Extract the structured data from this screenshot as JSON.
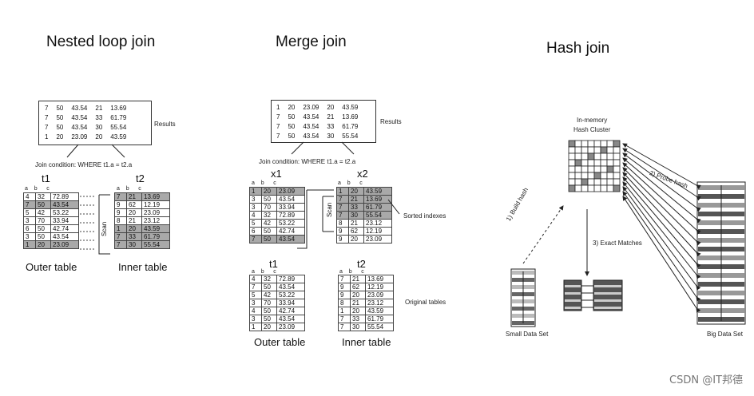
{
  "panels": {
    "nested": {
      "title": "Nested loop join",
      "results_label": "Results",
      "results": [
        [
          "7",
          "50",
          "43.54",
          "21",
          "13.69"
        ],
        [
          "7",
          "50",
          "43.54",
          "33",
          "61.79"
        ],
        [
          "7",
          "50",
          "43.54",
          "30",
          "55.54"
        ],
        [
          "1",
          "20",
          "23.09",
          "20",
          "43.59"
        ]
      ],
      "join_condition": "Join condition:  WHERE t1.a = t2.a",
      "t1_label": "t1",
      "t2_label": "t2",
      "t1_rows": [
        [
          "4",
          "32",
          "72.89"
        ],
        [
          "7",
          "50",
          "43.54"
        ],
        [
          "5",
          "42",
          "53.22"
        ],
        [
          "3",
          "70",
          "33.94"
        ],
        [
          "6",
          "50",
          "42.74"
        ],
        [
          "3",
          "50",
          "43.54"
        ],
        [
          "1",
          "20",
          "23.09"
        ]
      ],
      "t2_rows": [
        [
          "7",
          "21",
          "13.69"
        ],
        [
          "9",
          "62",
          "12.19"
        ],
        [
          "9",
          "20",
          "23.09"
        ],
        [
          "8",
          "21",
          "23.12"
        ],
        [
          "1",
          "20",
          "43.59"
        ],
        [
          "7",
          "33",
          "61.79"
        ],
        [
          "7",
          "30",
          "55.54"
        ]
      ],
      "scan_label": "Scan",
      "outer_label": "Outer table",
      "inner_label": "Inner table"
    },
    "merge": {
      "title": "Merge join",
      "results_label": "Results",
      "results": [
        [
          "1",
          "20",
          "23.09",
          "20",
          "43.59"
        ],
        [
          "7",
          "50",
          "43.54",
          "21",
          "13.69"
        ],
        [
          "7",
          "50",
          "43.54",
          "33",
          "61.79"
        ],
        [
          "7",
          "50",
          "43.54",
          "30",
          "55.54"
        ]
      ],
      "join_condition": "Join condition:  WHERE t1.a = t2.a",
      "x1_label": "x1",
      "x2_label": "x2",
      "x1_rows": [
        [
          "1",
          "20",
          "23.09"
        ],
        [
          "3",
          "50",
          "43.54"
        ],
        [
          "3",
          "70",
          "33.94"
        ],
        [
          "4",
          "32",
          "72.89"
        ],
        [
          "5",
          "42",
          "53.22"
        ],
        [
          "6",
          "50",
          "42.74"
        ],
        [
          "7",
          "50",
          "43.54"
        ]
      ],
      "x2_rows": [
        [
          "1",
          "20",
          "43.59"
        ],
        [
          "7",
          "21",
          "13.69"
        ],
        [
          "7",
          "33",
          "61.79"
        ],
        [
          "7",
          "30",
          "55.54"
        ],
        [
          "8",
          "21",
          "23.12"
        ],
        [
          "9",
          "62",
          "12.19"
        ],
        [
          "9",
          "20",
          "23.09"
        ]
      ],
      "scan_label": "Scan",
      "sorted_label": "Sorted indexes",
      "t1_label": "t1",
      "t2_label": "t2",
      "t1_rows": [
        [
          "4",
          "32",
          "72.89"
        ],
        [
          "7",
          "50",
          "43.54"
        ],
        [
          "5",
          "42",
          "53.22"
        ],
        [
          "3",
          "70",
          "33.94"
        ],
        [
          "4",
          "50",
          "42.74"
        ],
        [
          "3",
          "50",
          "43.54"
        ],
        [
          "1",
          "20",
          "23.09"
        ]
      ],
      "t2_rows": [
        [
          "7",
          "21",
          "13.69"
        ],
        [
          "9",
          "62",
          "12.19"
        ],
        [
          "9",
          "20",
          "23.09"
        ],
        [
          "8",
          "21",
          "23.12"
        ],
        [
          "1",
          "20",
          "43.59"
        ],
        [
          "7",
          "33",
          "61.79"
        ],
        [
          "7",
          "30",
          "55.54"
        ]
      ],
      "original_label": "Original tables",
      "outer_label": "Outer table",
      "inner_label": "Inner table"
    },
    "hash": {
      "title": "Hash join",
      "cluster_label_1": "In-memory",
      "cluster_label_2": "Hash Cluster",
      "build_label": "1) Build hash",
      "probe_label": "2) Probe hash",
      "exact_label": "3) Exact Matches",
      "small_label": "Small Data Set",
      "big_label": "Big Data Set"
    }
  },
  "column_headers": [
    "a",
    "b",
    "c"
  ],
  "watermark": "CSDN @IT邦德"
}
